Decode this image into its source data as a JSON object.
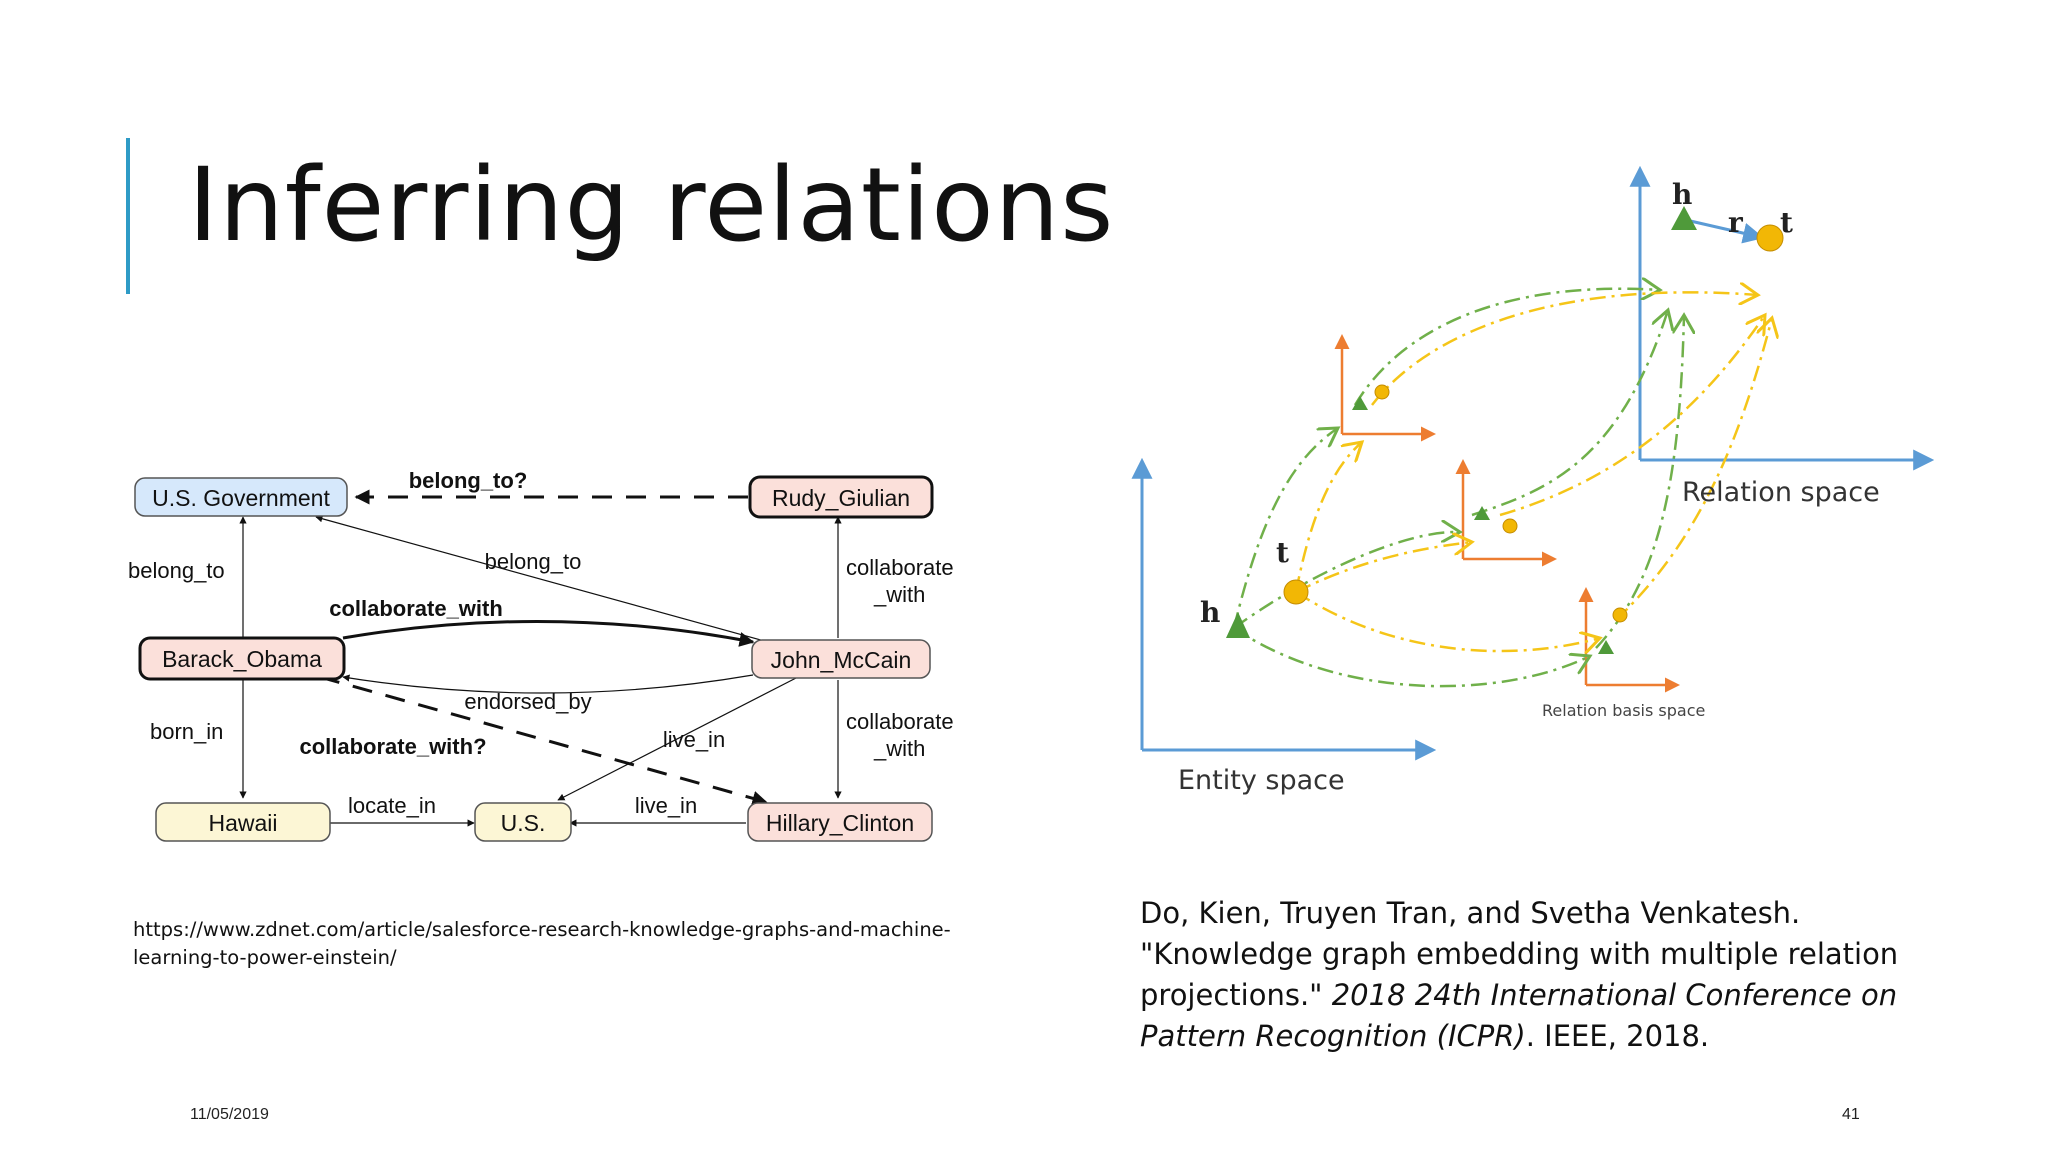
{
  "slide": {
    "title": "Inferring relations",
    "date": "11/05/2019",
    "page_number": "41"
  },
  "knowledge_graph": {
    "nodes": {
      "us_government": "U.S. Government",
      "rudy_giulian": "Rudy_Giulian",
      "barack_obama": "Barack_Obama",
      "john_mccain": "John_McCain",
      "hawaii": "Hawaii",
      "us": "U.S.",
      "hillary_clinton": "Hillary_Clinton"
    },
    "edges": {
      "belong_to_q": "belong_to?",
      "belong_to_left": "belong_to",
      "belong_to_diag": "belong_to",
      "collaborate_with_bold": "collaborate_with",
      "collaborate_top_1": "collaborate",
      "collaborate_top_2": "_with",
      "endorsed_by": "endorsed_by",
      "born_in": "born_in",
      "collaborate_with_q": "collaborate_with?",
      "live_in_diag": "live_in",
      "collaborate_bottom_1": "collaborate",
      "collaborate_bottom_2": "_with",
      "locate_in": "locate_in",
      "live_in_bottom": "live_in"
    },
    "colors": {
      "government": "#d6e8fb",
      "person": "#fbe0da",
      "place": "#fcf6d5"
    }
  },
  "embedding_figure": {
    "relation_space": "Relation space",
    "entity_space": "Entity space",
    "relation_basis_space": "Relation basis space",
    "h_label_1": "h",
    "h_label_2": "h",
    "t_label_1": "t",
    "t_label_2": "t",
    "r_label": "r",
    "colors": {
      "axis": "#5b9bd5",
      "basis_axis": "#ed7d31",
      "head": "#4f9a3a",
      "tail": "#f2b705",
      "green_path": "#70b04a",
      "yellow_path": "#f5c518"
    }
  },
  "source_url": "https://www.zdnet.com/article/salesforce-research-knowledge-graphs-and-machine-learning-to-power-einstein/",
  "citation": {
    "text": "Do, Kien, Truyen Tran, and Svetha Venkatesh. \"Knowledge graph embedding with multiple relation projections.\" ",
    "venue": "2018 24th International Conference on Pattern Recognition (ICPR)",
    "tail": ". IEEE, 2018."
  }
}
